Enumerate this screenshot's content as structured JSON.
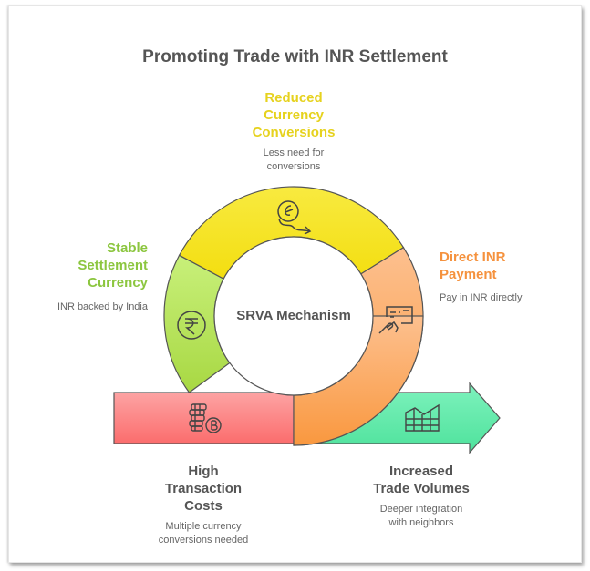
{
  "title": "Promoting Trade with INR Settlement",
  "center": "SRVA Mechanism",
  "colors": {
    "yellow": "#f5e426",
    "green": "#b7e05a",
    "orange": "#fba767",
    "red": "#fc8585",
    "teal": "#5ee8a7",
    "yellow_text": "#e6d21e",
    "green_text": "#8cc63f",
    "orange_text": "#f5923e",
    "outline": "#555555"
  },
  "segments": [
    {
      "id": "reduced",
      "title_lines": [
        "Reduced",
        "Currency",
        "Conversions"
      ],
      "desc_lines": [
        "Less need for",
        "conversions"
      ],
      "icon": "currency-exchange-icon"
    },
    {
      "id": "stable",
      "title_lines": [
        "Stable",
        "Settlement",
        "Currency"
      ],
      "desc_lines": [
        "INR backed by India"
      ],
      "icon": "rupee-icon"
    },
    {
      "id": "direct",
      "title_lines": [
        "Direct INR",
        "Payment"
      ],
      "desc_lines": [
        "Pay in INR directly"
      ],
      "icon": "card-payment-icon"
    },
    {
      "id": "high",
      "title_lines": [
        "High",
        "Transaction",
        "Costs"
      ],
      "desc_lines": [
        "Multiple currency",
        "conversions needed"
      ],
      "icon": "coins-bitcoin-icon"
    },
    {
      "id": "increased",
      "title_lines": [
        "Increased",
        "Trade Volumes"
      ],
      "desc_lines": [
        "Deeper integration",
        "with neighbors"
      ],
      "icon": "chart-grid-icon"
    }
  ]
}
